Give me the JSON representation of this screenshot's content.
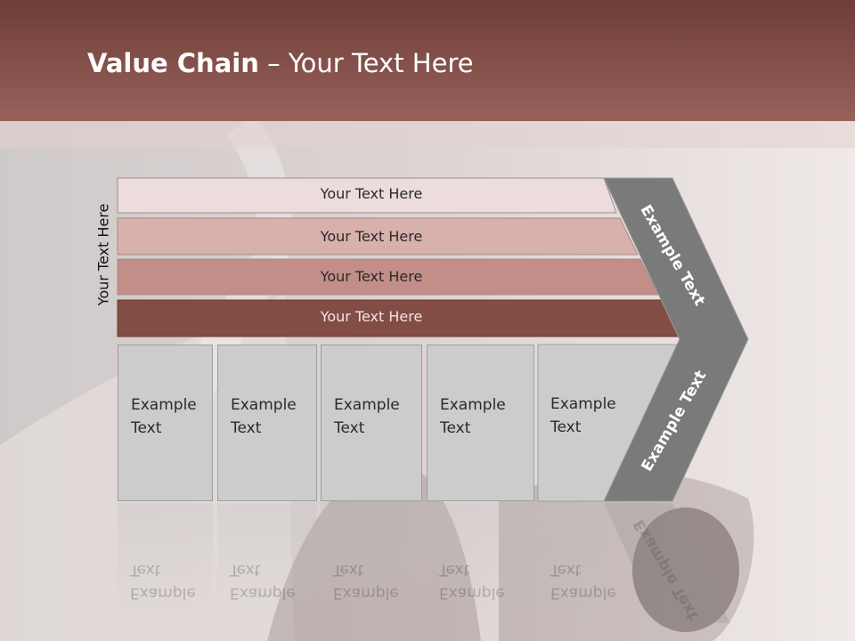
{
  "title": {
    "bold": "Value Chain",
    "rest": " – Your Text Here"
  },
  "side_label": "Your Text Here",
  "bars": [
    {
      "label": "Your Text Here",
      "color": "#ecdcdb"
    },
    {
      "label": "Your Text Here",
      "color": "#d8b0ac"
    },
    {
      "label": "Your Text Here",
      "color": "#c28e87"
    },
    {
      "label": "Your Text Here",
      "color": "#834c45"
    }
  ],
  "columns": [
    {
      "line1": "Example",
      "line2": "Text"
    },
    {
      "line1": "Example",
      "line2": "Text"
    },
    {
      "line1": "Example",
      "line2": "Text"
    },
    {
      "line1": "Example",
      "line2": "Text"
    },
    {
      "line1": "Example",
      "line2": "Text"
    }
  ],
  "chevron": {
    "upper": "Example Text",
    "lower": "Example Text",
    "color": "#7a7a7a"
  },
  "colors": {
    "header_top": "#6e3d38",
    "header_bottom": "#98615b",
    "column_fill": "#cccccc"
  }
}
